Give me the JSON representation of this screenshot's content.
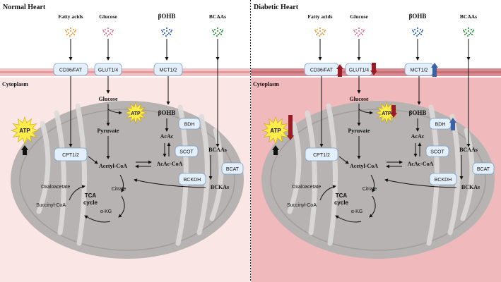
{
  "panels": [
    {
      "title": "Normal Heart",
      "nutrients": [
        "Fatty acids",
        "Glucose",
        "βOHB",
        "BCAAs"
      ],
      "transporters": [
        "CD36/FAT",
        "GLUT1/4",
        "MCT1/2"
      ],
      "cytoplasm_label": "Cytoplasm",
      "metabolites": {
        "glucose": "Glucose",
        "pyruvate": "Pyruvate",
        "bohb": "βOHB",
        "acac": "AcAc",
        "acetyl_coa": "Acetyl-CoA",
        "acac_coa": "AcAc-CoA",
        "bcaas": "BCAAs",
        "bckas": "BCKAs"
      },
      "enzymes": [
        "CPT1/2",
        "BDH",
        "SCOT",
        "BCAT",
        "BCKDH"
      ],
      "atp": "ATP",
      "tca": {
        "cycle_label": "TCA cycle",
        "oxaloacetate": "Oxaloacetate",
        "citrate": "Citrate",
        "succinyl_coa": "Succinyl-CoA",
        "akg": "α-KG"
      }
    },
    {
      "title": "Diabetic Heart",
      "nutrients": [
        "Fatty acids",
        "Glucose",
        "βOHB",
        "BCAAs"
      ],
      "transporters": [
        "CD36/FAT",
        "GLUT1/4",
        "MCT1/2"
      ],
      "cytoplasm_label": "Cytoplasm",
      "metabolites": {
        "glucose": "Glucose",
        "pyruvate": "Pyruvate",
        "bohb": "βOHB",
        "acac": "AcAc",
        "acetyl_coa": "Acetyl-CoA",
        "acac_coa": "AcAc-CoA",
        "bcaas": "BCAAs",
        "bckas": "BCKAs"
      },
      "enzymes": [
        "CPT1/2",
        "BDH",
        "SCOT",
        "BCAT",
        "BCKDH"
      ],
      "atp": "ATP",
      "tca": {
        "cycle_label": "TCA cycle",
        "oxaloacetate": "Oxaloacetate",
        "citrate": "Citrate",
        "succinyl_coa": "Succinyl-CoA",
        "akg": "α-KG"
      }
    }
  ],
  "colors": {
    "normal_cytoplasm": "#fbe6e6",
    "diabetic_cytoplasm": "#f0b9bb",
    "membrane": "#e59aa0",
    "mitochondrion": "#b7b3b3",
    "cristae": "#dcdad9",
    "box_fill": "#e3f0fb",
    "box_stroke": "#7ea1c4",
    "increase_arrow": "#3c62a6",
    "decrease_arrow": "#9b1b24",
    "atp_fill": "#ffec4d"
  }
}
